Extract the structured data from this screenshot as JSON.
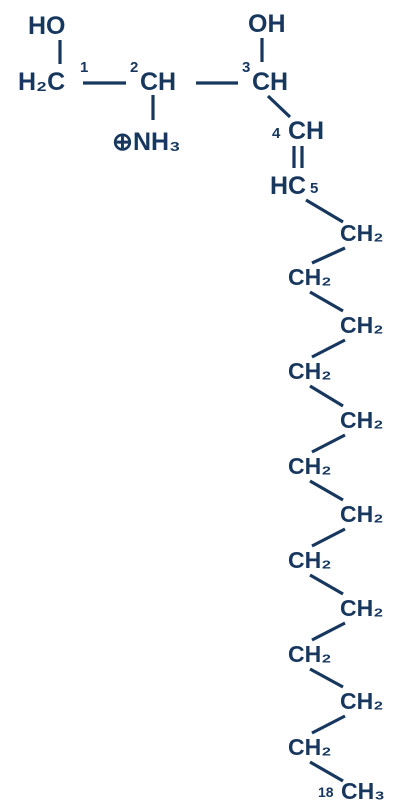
{
  "color": "#17375e",
  "top": {
    "ho1": "HO",
    "h2c": "H₂C",
    "n1": "1",
    "n2": "2",
    "ch2": "CH",
    "nh3": "⊕NH₃",
    "ho3": "OH",
    "n3": "3",
    "ch3": "CH",
    "n4": "4",
    "ch4": "CH",
    "hc5": "HC",
    "n5": "5"
  },
  "chain": {
    "ch2_label": "CH₂",
    "end_number": "18",
    "end_label": "CH₃"
  }
}
